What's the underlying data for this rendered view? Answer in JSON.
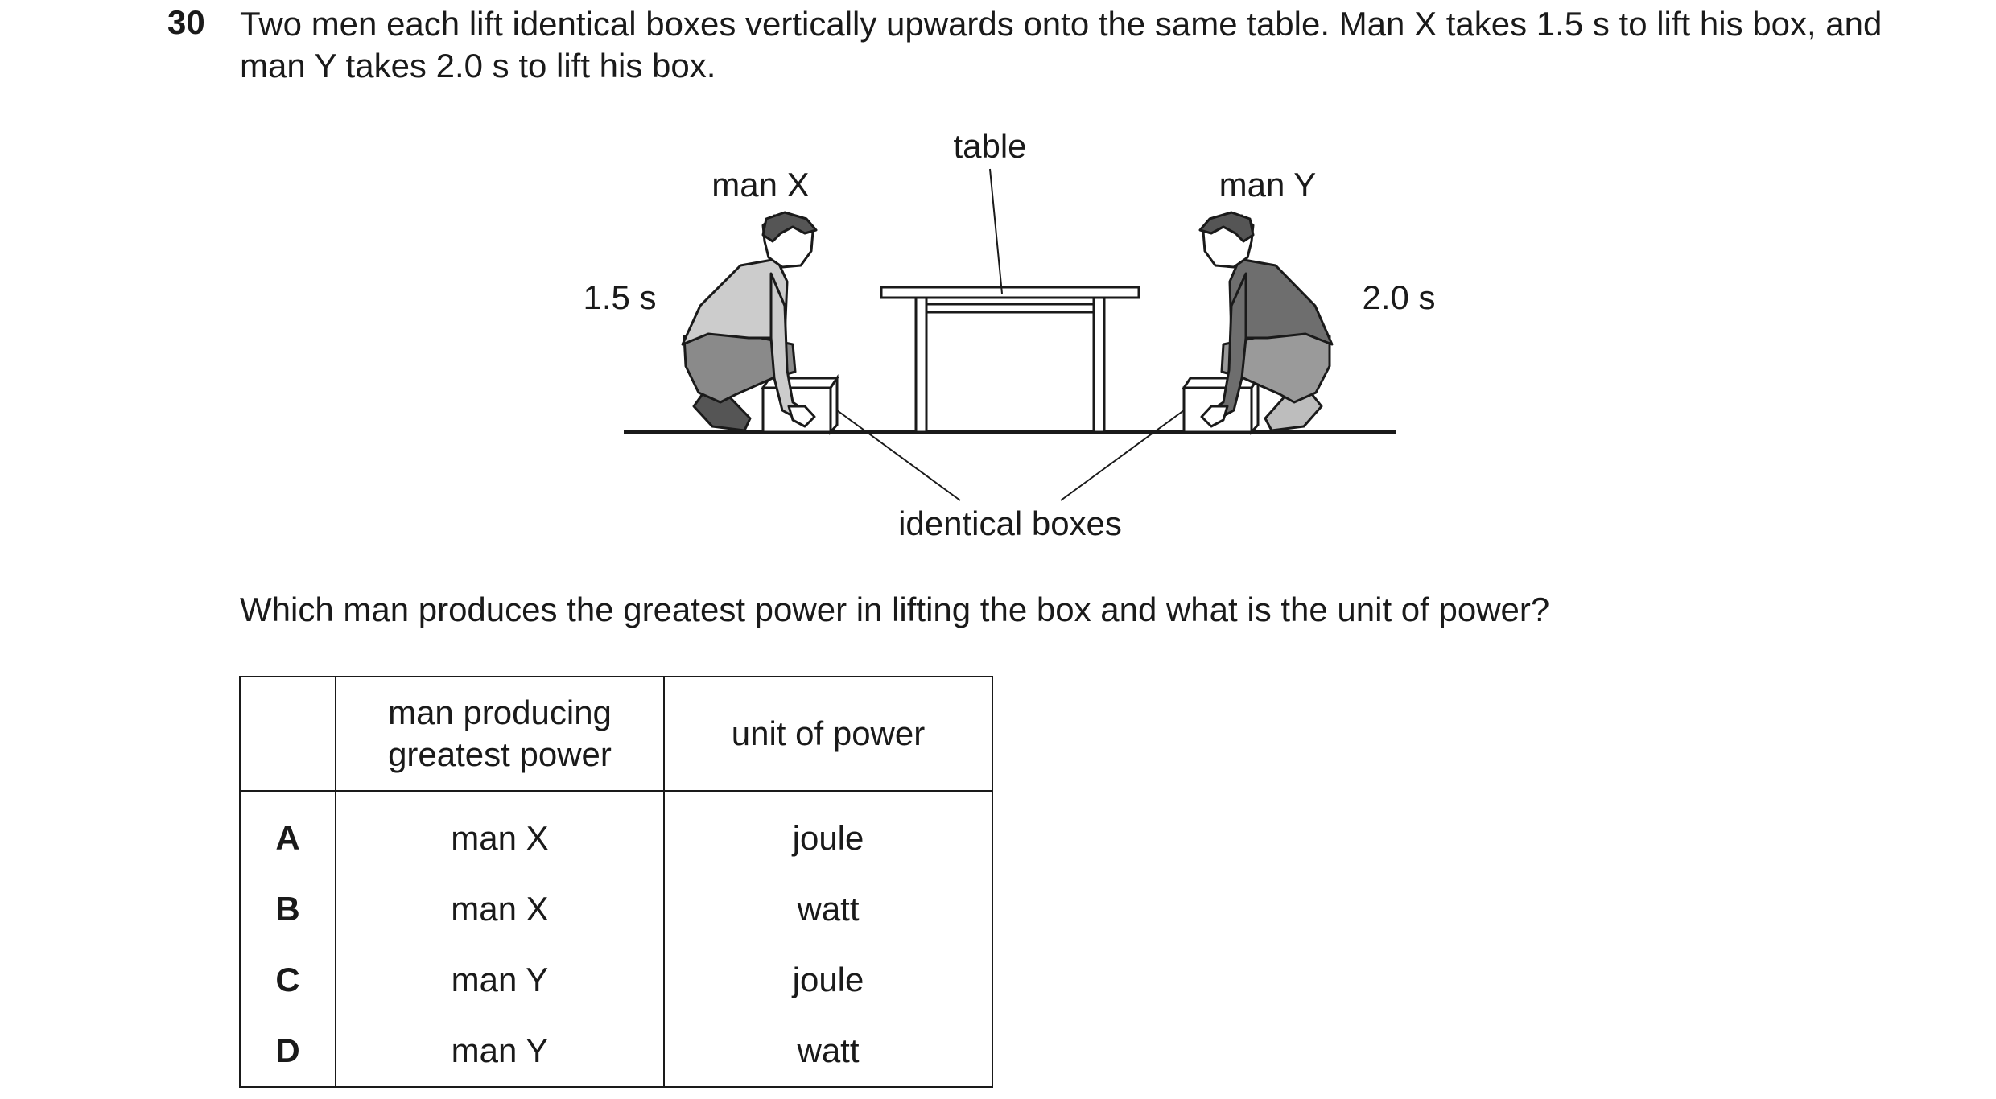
{
  "question": {
    "number": "30",
    "text": "Two men each lift identical boxes vertically upwards onto the same table. Man X takes 1.5 s to lift his box, and man Y takes 2.0 s to lift his box."
  },
  "figure": {
    "labels": {
      "table": "table",
      "man_x": "man X",
      "man_y": "man Y",
      "time_x": "1.5 s",
      "time_y": "2.0 s",
      "boxes": "identical boxes"
    },
    "colors": {
      "man_x_shirt": "#cccccc",
      "man_y_shirt": "#6e6e6e",
      "trousers": "#8a8a8a",
      "outline": "#1a1a1a"
    }
  },
  "prompt": "Which man produces the greatest power in lifting the box and what is the unit of power?",
  "options_table": {
    "headers": [
      "",
      "man producing greatest power",
      "unit of power"
    ],
    "rows": [
      {
        "letter": "A",
        "man": "man X",
        "unit": "joule"
      },
      {
        "letter": "B",
        "man": "man X",
        "unit": "watt"
      },
      {
        "letter": "C",
        "man": "man Y",
        "unit": "joule"
      },
      {
        "letter": "D",
        "man": "man Y",
        "unit": "watt"
      }
    ]
  }
}
